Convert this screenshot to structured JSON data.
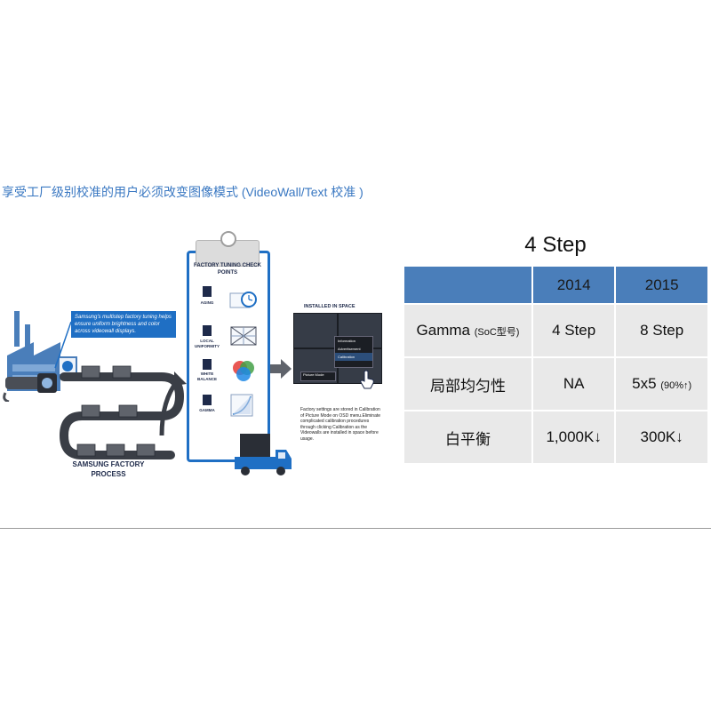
{
  "header": {
    "title": "享受工厂级别校准的用户必须改变图像模式 (VideoWall/Text 校准 )"
  },
  "illustration": {
    "callout_text": "Samsung's multistep factory tuning helps ensure uniform brightness and color across videowall displays.",
    "conveyor_label": "SAMSUNG FACTORY PROCESS",
    "checkpoints": {
      "title": "FACTORY TUNING CHECK POINTS",
      "items": [
        {
          "label": "AGING",
          "icon": "clock-icon"
        },
        {
          "label": "LOCAL UNIFORMITY",
          "icon": "uniformity-grid-icon"
        },
        {
          "label": "WHITE BALANCE",
          "icon": "rgb-circles-icon"
        },
        {
          "label": "GAMMA",
          "icon": "gamma-curve-icon"
        }
      ]
    },
    "installed": {
      "title": "INSTALLED IN SPACE",
      "menu_items": [
        "Information",
        "Advertisement",
        "Calibration"
      ],
      "picture_mode_label": "Picture Mode"
    },
    "factory_note": "Factory settings are stored in Calibration of Picture Mode on OSD menu.Eliminate complicated calibration procedures through clicking Calibration as the Videowalls are installed in space before usage."
  },
  "table": {
    "title": "4 Step",
    "header": [
      "",
      "2014",
      "2015"
    ],
    "rows": [
      {
        "label": "Gamma",
        "label_suffix": "(SoC型号)",
        "c2014": "4 Step",
        "c2015": "8 Step",
        "c2015_suffix": ""
      },
      {
        "label": "局部均匀性",
        "label_suffix": "",
        "c2014": "NA",
        "c2015": "5x5",
        "c2015_suffix": "(90%↑)"
      },
      {
        "label": "白平衡",
        "label_suffix": "",
        "c2014": "1,000K↓",
        "c2015": "300K↓",
        "c2015_suffix": ""
      }
    ]
  },
  "colors": {
    "accent_blue": "#1f6fc4",
    "table_header": "#4a7eba",
    "table_cell": "#e9e9e9",
    "title_text": "#3a78c2"
  }
}
